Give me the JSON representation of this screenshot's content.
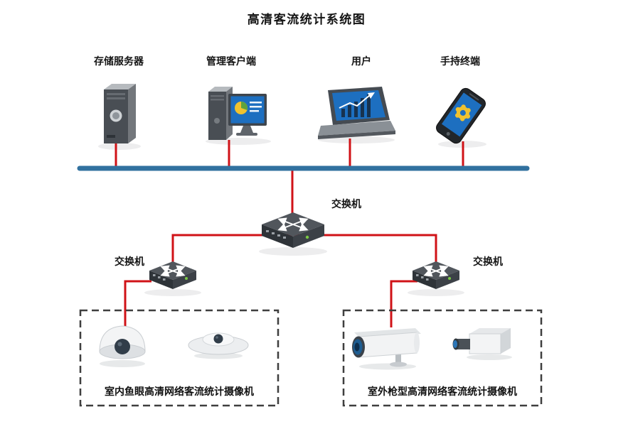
{
  "title": "高清客流统计系统图",
  "top_devices": [
    {
      "name": "storage-server",
      "label": "存储服务器"
    },
    {
      "name": "management-client",
      "label": "管理客户端"
    },
    {
      "name": "user",
      "label": "用户"
    },
    {
      "name": "handheld-terminal",
      "label": "手持终端"
    }
  ],
  "switches": {
    "center": {
      "label": "交换机"
    },
    "left": {
      "label": "交换机"
    },
    "right": {
      "label": "交换机"
    }
  },
  "camera_groups": [
    {
      "name": "indoor-fisheye-cameras",
      "label": "室内鱼眼高清网络客流统计摄像机"
    },
    {
      "name": "outdoor-bullet-cameras",
      "label": "室外枪型高清网络客流统计摄像机"
    }
  ],
  "colors": {
    "bus_line": "#31719f",
    "link_line": "#d01217",
    "dashed_border": "#3f3f3f",
    "screen_blue": "#1d6fc0",
    "accent_yellow": "#f0c22f"
  }
}
